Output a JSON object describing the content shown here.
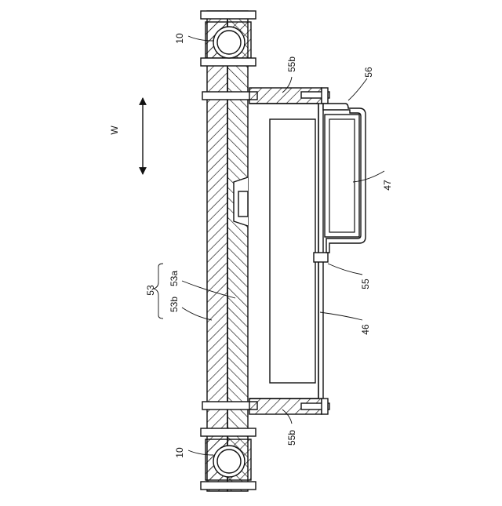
{
  "figure": {
    "labels": {
      "ten_top": "10",
      "ten_bottom": "10",
      "l55b_top": "55b",
      "l55b_bottom": "55b",
      "l56": "56",
      "l47": "47",
      "l55": "55",
      "l46": "46",
      "l53": "53",
      "l53a": "53a",
      "l53b": "53b",
      "w": "W"
    }
  }
}
